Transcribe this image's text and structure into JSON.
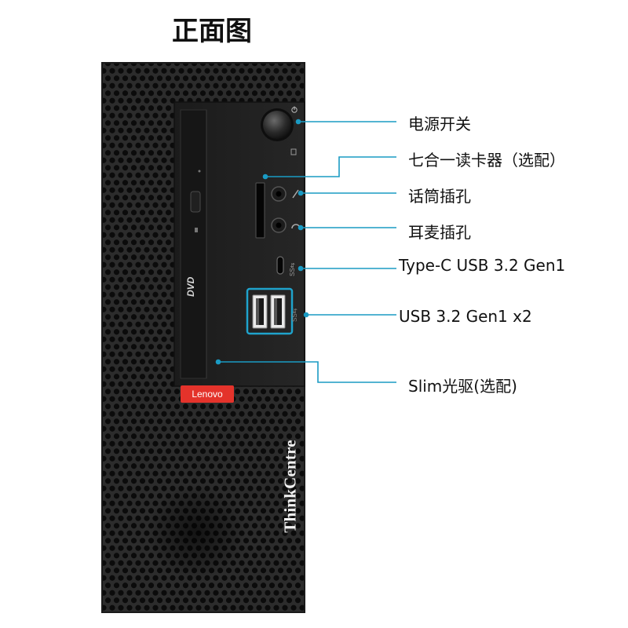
{
  "title": "正面图",
  "brand_label": "Lenovo",
  "model_label": "ThinkCentre",
  "callouts": [
    {
      "label": "电源开关"
    },
    {
      "label": "七合一读卡器（选配）"
    },
    {
      "label": "话筒插孔"
    },
    {
      "label": "耳麦插孔"
    },
    {
      "label": "Type-C USB 3.2 Gen1"
    },
    {
      "label": "USB 3.2 Gen1 x2"
    },
    {
      "label": "Slim光驱(选配)"
    }
  ],
  "colors": {
    "callout_line": "#1a9bc4",
    "chassis": "#2a2a2a",
    "brand_red": "#e4332b",
    "usb_highlight": "#1fa3cc"
  }
}
